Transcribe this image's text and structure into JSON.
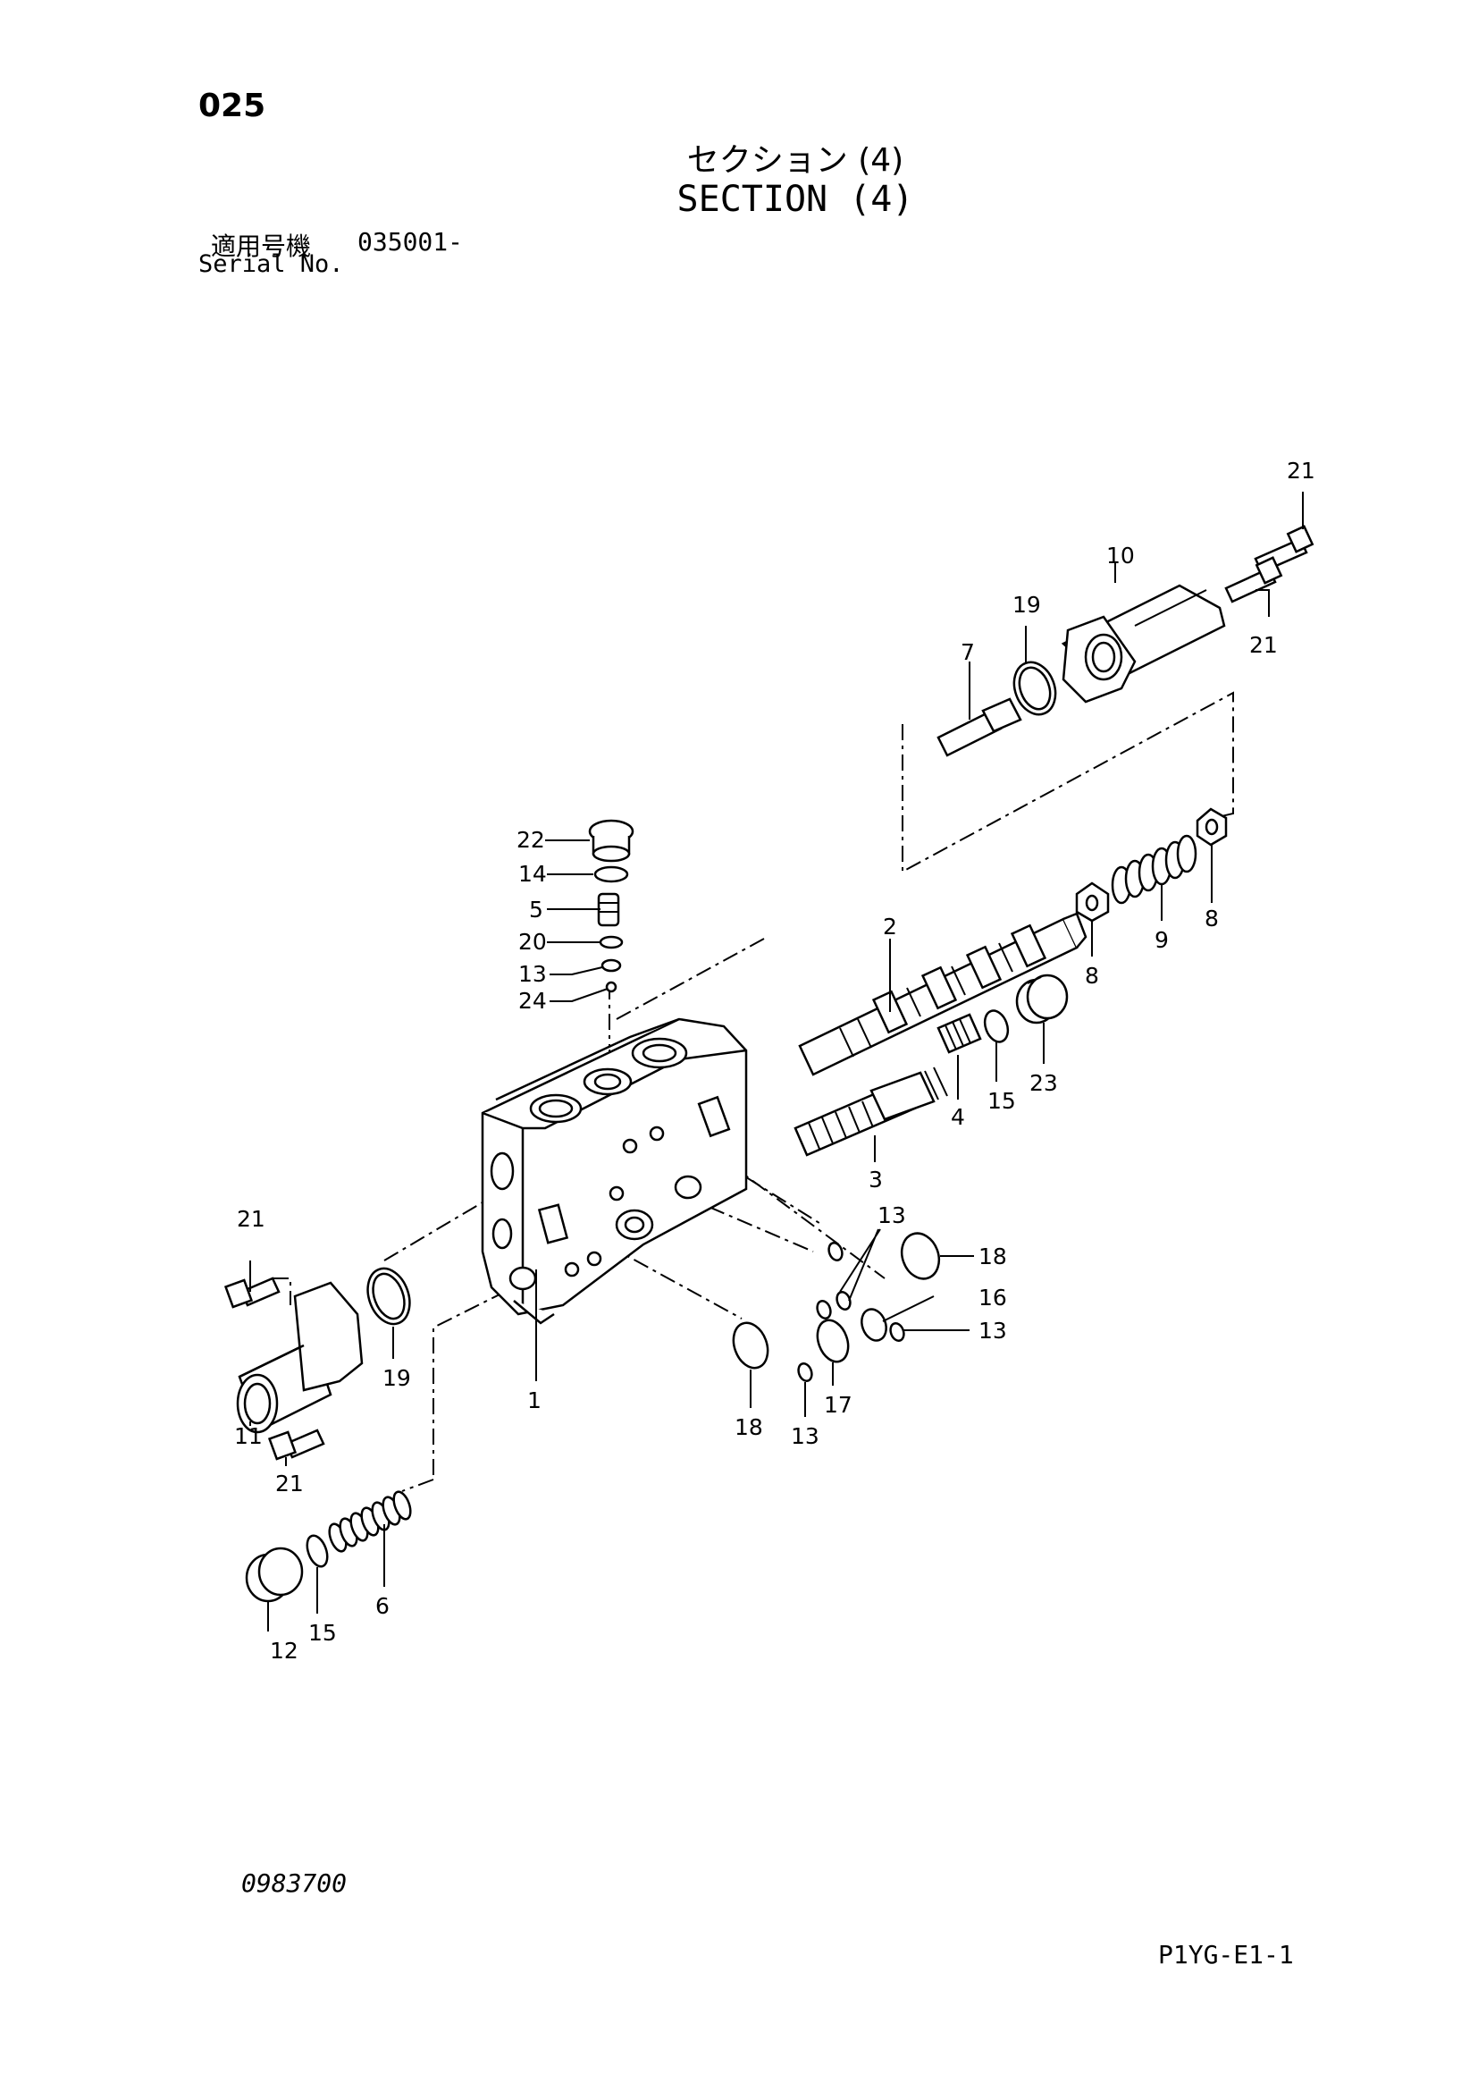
{
  "header": {
    "page_number": "025",
    "title_jp": "セクション (4)",
    "title_en": "SECTION (4)",
    "serial_label_jp": "適用号機",
    "serial_value": "035001-",
    "serial_label_en": "Serial No."
  },
  "footer": {
    "drawing_number": "0983700",
    "document_code": "P1YG-E1-1"
  },
  "callouts": {
    "c1": "1",
    "c2": "2",
    "c3": "3",
    "c4": "4",
    "c5": "5",
    "c6": "6",
    "c7": "7",
    "c8a": "8",
    "c8b": "8",
    "c9": "9",
    "c10": "10",
    "c11": "11",
    "c12": "12",
    "c13a": "13",
    "c13b": "13",
    "c13c": "13",
    "c13d": "13",
    "c14": "14",
    "c15a": "15",
    "c15b": "15",
    "c16": "16",
    "c17": "17",
    "c18a": "18",
    "c18b": "18",
    "c19a": "19",
    "c19b": "19",
    "c20": "20",
    "c21a": "21",
    "c21b": "21",
    "c21c": "21",
    "c21d": "21",
    "c22": "22",
    "c23": "23",
    "c24": "24"
  }
}
